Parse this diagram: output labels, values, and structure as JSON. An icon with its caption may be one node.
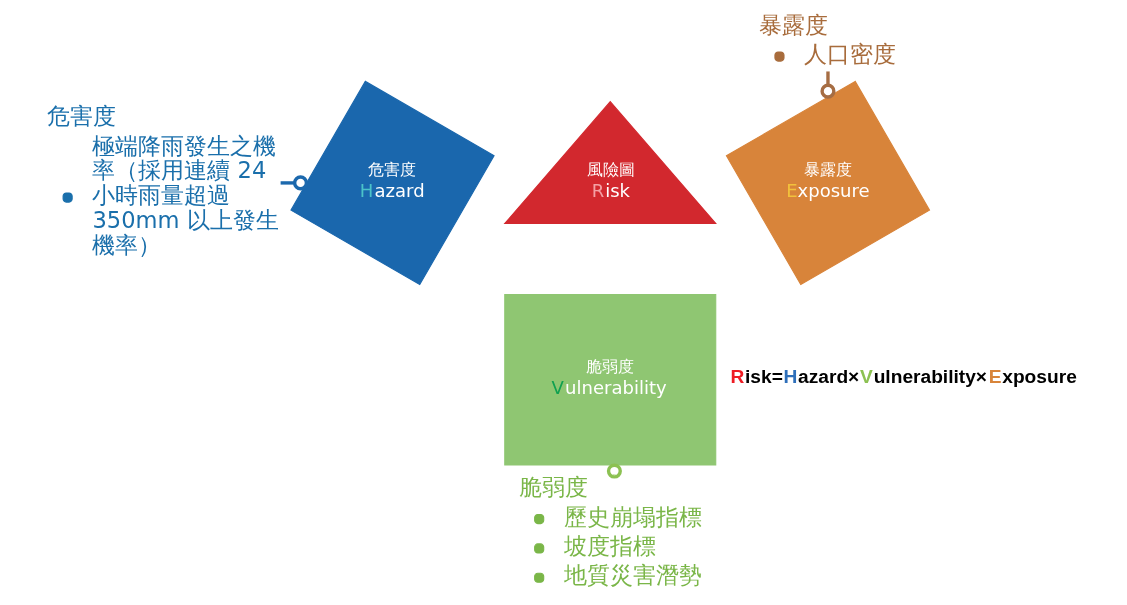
{
  "diagram": {
    "nodes": [
      {
        "text": [
          "危害度",
          "極端降雨發生之機率（採用連續 24 小時雨量超過 350mm 以上發生機率）"
        ]
      },
      {
        "text": [
          "暴露度",
          "人口密度"
        ]
      },
      {
        "text": [
          "危害度",
          "Hazard"
        ]
      },
      {
        "text": [
          "暴露度",
          "Exposure"
        ]
      },
      {
        "text": [
          "風險圖",
          "Risk"
        ]
      },
      {
        "text": [
          "脆弱度",
          "Vulnerability"
        ]
      },
      {
        "text": [
          "脆弱度",
          "歷史崩塌指標",
          "坡度指標",
          "地質災害潛勢"
        ]
      }
    ],
    "edges": [
      {
        "from": 0,
        "to": 2,
        "arrow": "other",
        "color": "#1b68ad"
      },
      {
        "from": 1,
        "to": 3,
        "arrow": "other",
        "color": "#a66d43"
      },
      {
        "from": 6,
        "to": 5,
        "arrow": "other",
        "color": "#8cc152"
      }
    ],
    "labels": [
      "Risk=Hazard×Vulnerability×Exposure"
    ]
  }
}
